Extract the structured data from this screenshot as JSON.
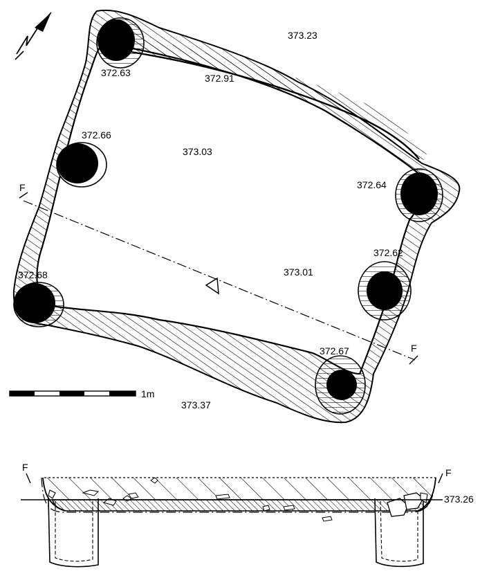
{
  "plan": {
    "north_arrow_label": "N",
    "elevations": {
      "outer_top": "373.23",
      "floor_upper": "373.03",
      "floor_lower": "373.01",
      "step": "372.91",
      "outer_bottom": "373.37"
    },
    "postholes": [
      {
        "id": "ph-top-left",
        "elevation": "372.63"
      },
      {
        "id": "ph-left-mid",
        "elevation": "372.66"
      },
      {
        "id": "ph-top-right",
        "elevation": "372.64"
      },
      {
        "id": "ph-right-mid",
        "elevation": "372.62"
      },
      {
        "id": "ph-bottom-left",
        "elevation": "372.68"
      },
      {
        "id": "ph-bottom-right",
        "elevation": "372.67"
      }
    ],
    "section_line_label": "F",
    "scale_bar_label": "1m"
  },
  "section": {
    "label": "F",
    "level": "373.26"
  },
  "colors": {
    "ink": "#000000",
    "paper": "#ffffff"
  }
}
